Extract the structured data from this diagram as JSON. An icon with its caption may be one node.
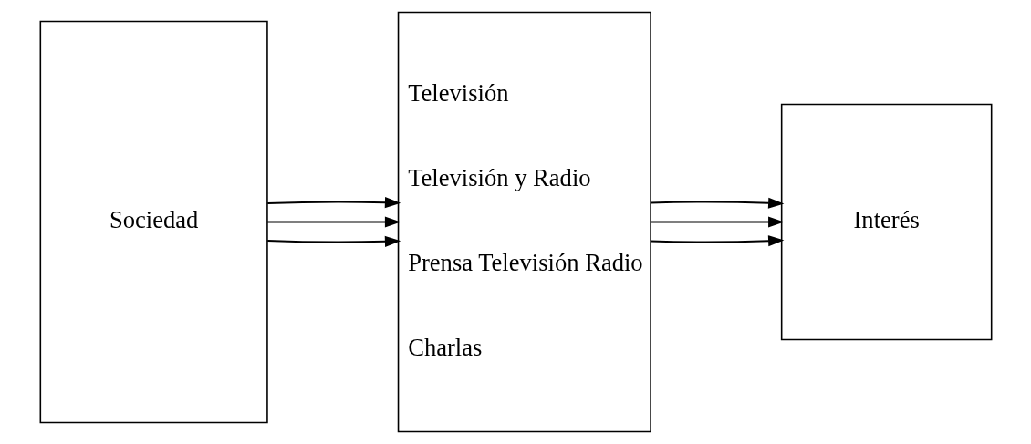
{
  "diagram": {
    "nodes": [
      {
        "text": [
          "Sociedad"
        ]
      },
      {
        "text": [
          "Televisión",
          "Televisión y Radio",
          "Prensa Televisión Radio",
          "Charlas"
        ]
      },
      {
        "text": [
          "Interés"
        ]
      }
    ],
    "edges": [
      {
        "from": 0,
        "to": 1,
        "arrow": "to"
      },
      {
        "from": 0,
        "to": 1,
        "arrow": "to"
      },
      {
        "from": 0,
        "to": 1,
        "arrow": "to"
      },
      {
        "from": 1,
        "to": 2,
        "arrow": "to"
      },
      {
        "from": 1,
        "to": 2,
        "arrow": "to"
      },
      {
        "from": 1,
        "to": 2,
        "arrow": "to"
      }
    ]
  }
}
